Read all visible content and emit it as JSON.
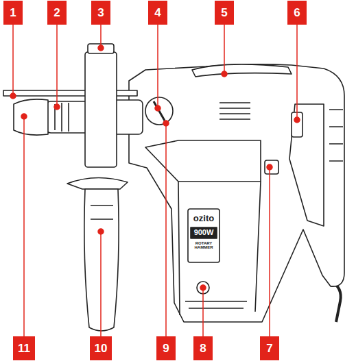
{
  "diagram": {
    "nodes": [
      {
        "text": [
          "1"
        ]
      },
      {
        "text": [
          "2"
        ]
      },
      {
        "text": [
          "3"
        ]
      },
      {
        "text": [
          "4"
        ]
      },
      {
        "text": [
          "5"
        ]
      },
      {
        "text": [
          "6"
        ]
      },
      {
        "text": [
          "11"
        ]
      },
      {
        "text": [
          "10"
        ]
      },
      {
        "text": [
          "9"
        ]
      },
      {
        "text": [
          "8"
        ]
      },
      {
        "text": [
          "7"
        ]
      }
    ],
    "labels": [
      "ozito",
      "900W",
      "ROTARY HAMMER"
    ]
  }
}
